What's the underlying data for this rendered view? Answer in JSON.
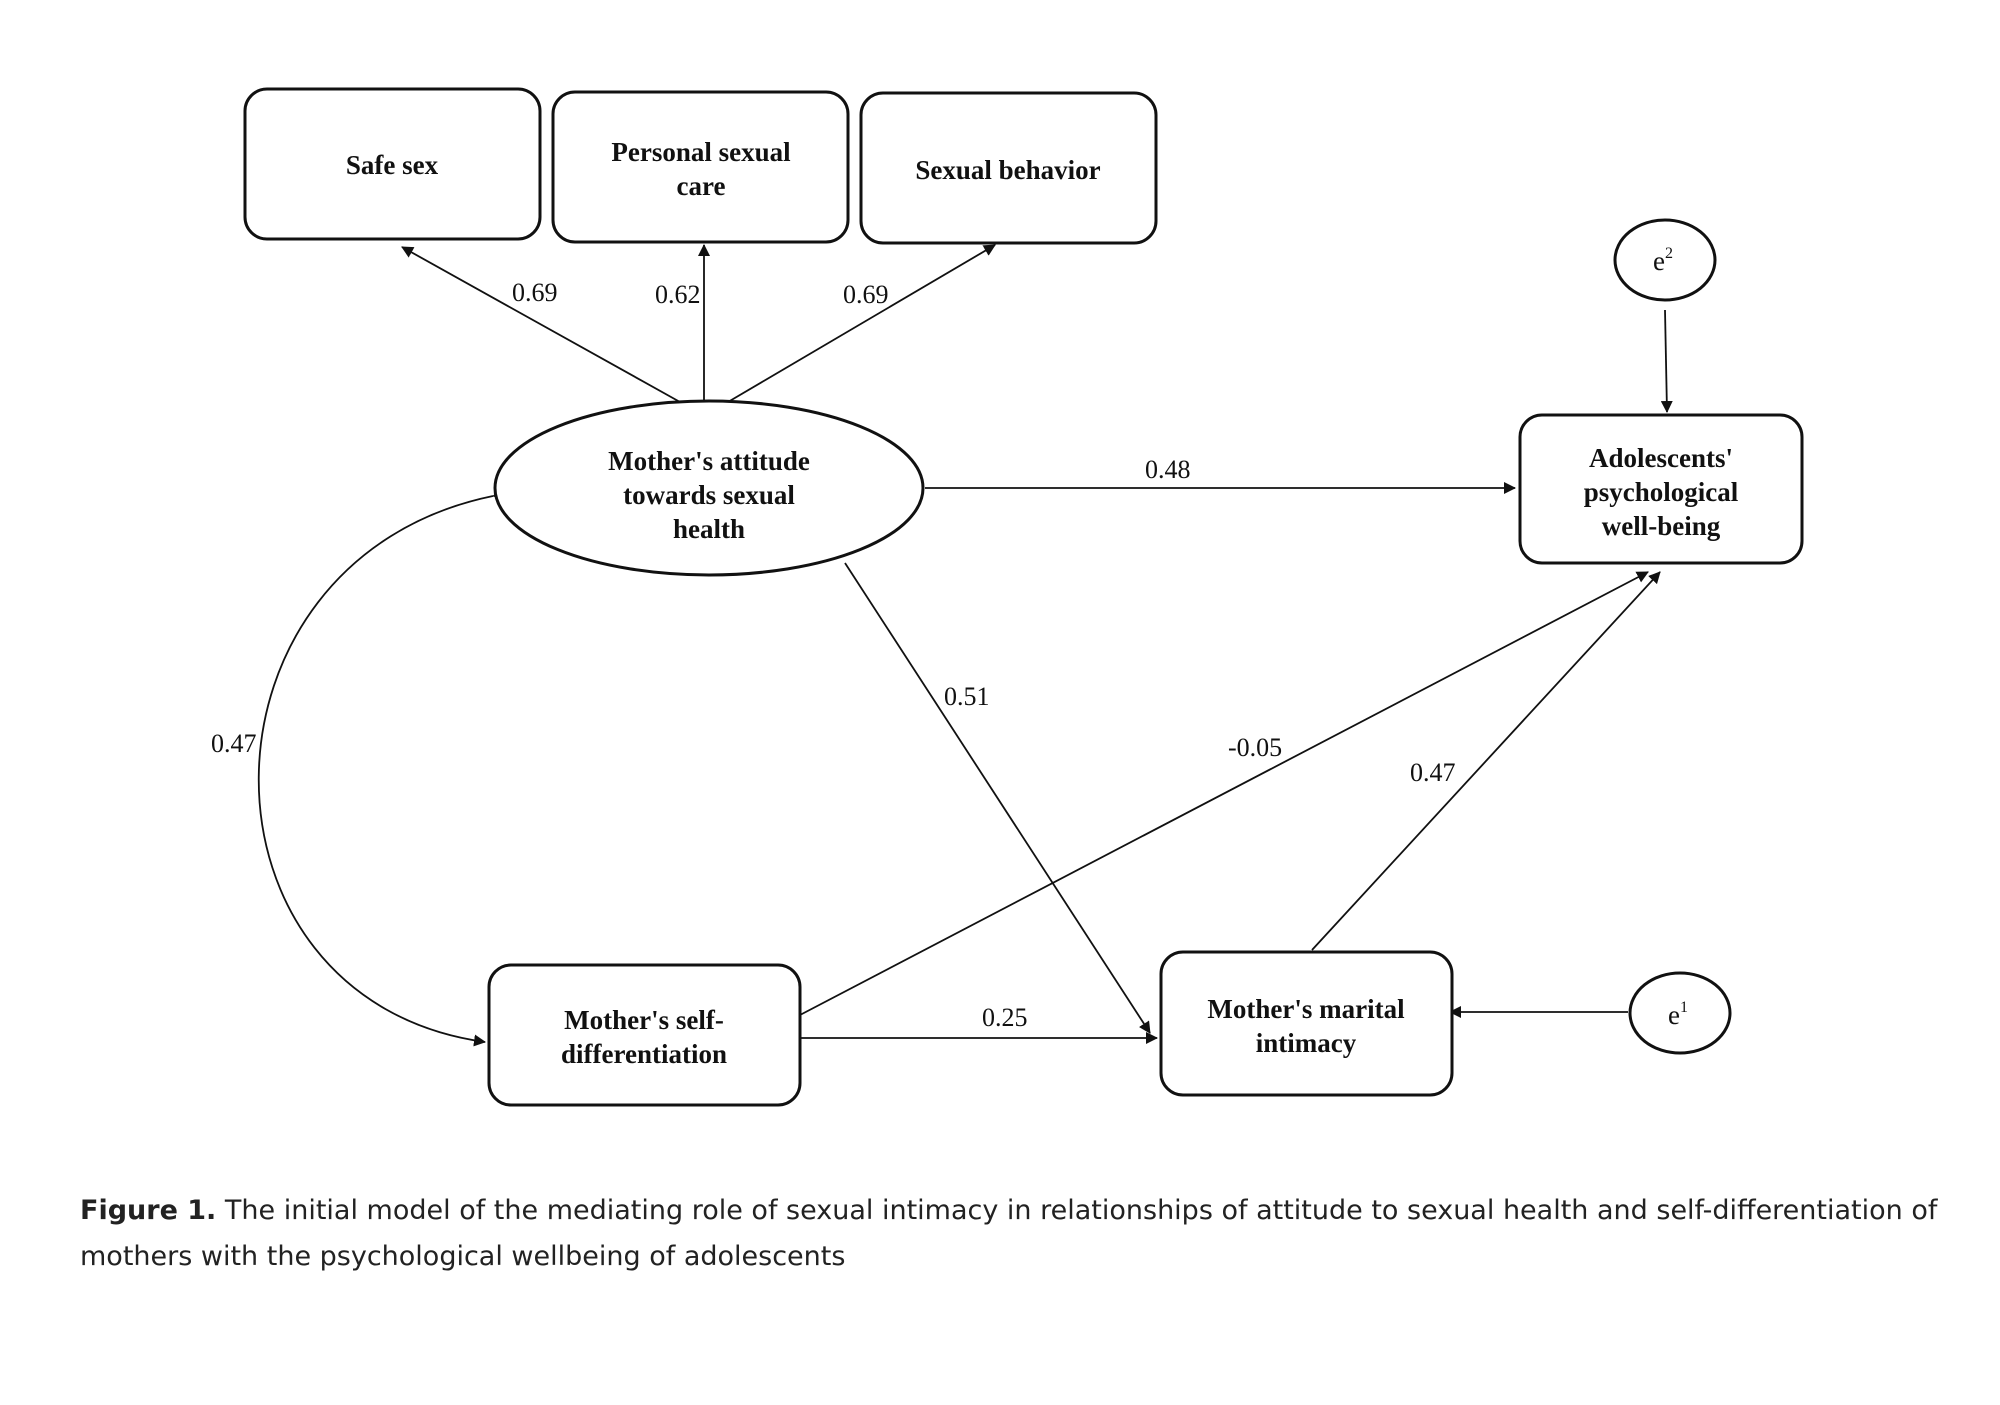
{
  "nodes": {
    "safe_sex": [
      "Safe sex"
    ],
    "personal_sexual_care": [
      "Personal sexual",
      "care"
    ],
    "sexual_behavior": [
      "Sexual behavior"
    ],
    "mother_attitude": [
      "Mother's attitude",
      "towards sexual",
      "health"
    ],
    "adolescents_wellbeing": [
      "Adolescents'",
      "psychological",
      "well-being"
    ],
    "mother_self_differentiation": [
      "Mother's self-",
      "differentiation"
    ],
    "mother_marital_intimacy": [
      "Mother's marital",
      "intimacy"
    ]
  },
  "errors": {
    "e2": {
      "base": "e",
      "sup": "2"
    },
    "e1": {
      "base": "e",
      "sup": "1"
    }
  },
  "coefficients": {
    "attitude_to_safe_sex": "0.69",
    "attitude_to_personal_care": "0.62",
    "attitude_to_sexual_behavior": "0.69",
    "attitude_to_wellbeing": "0.48",
    "attitude_to_intimacy": "0.51",
    "attitude_selfdiff_covariance": "0.47",
    "selfdiff_to_wellbeing": "-0.05",
    "intimacy_to_wellbeing": "0.47",
    "selfdiff_to_intimacy": "0.25"
  },
  "caption": {
    "label": "Figure 1.",
    "text": " The initial model of the mediating role of sexual intimacy in relationships of attitude to sexual health and self-differentiation of mothers with the psychological wellbeing of adolescents"
  }
}
